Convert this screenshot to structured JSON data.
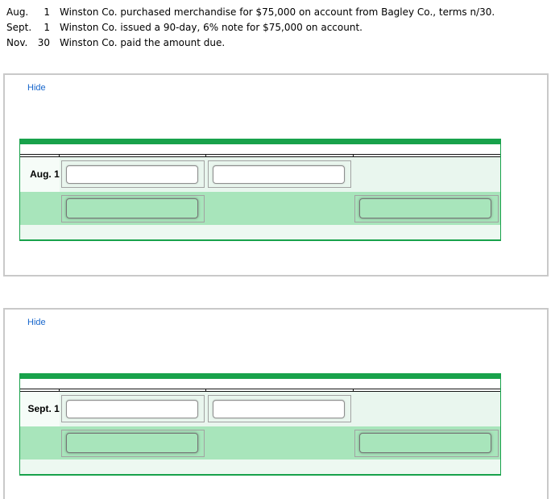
{
  "instructions": [
    {
      "month": "Aug.",
      "day": "1",
      "text": "Winston Co. purchased merchandise for $75,000 on account from Bagley Co., terms n/30."
    },
    {
      "month": "Sept.",
      "day": "1",
      "text": "Winston Co. issued a 90-day, 6% note for $75,000 on account."
    },
    {
      "month": "Nov.",
      "day": "30",
      "text": "Winston Co. paid the amount due."
    }
  ],
  "panels": [
    {
      "hide_label": "Hide",
      "journal": {
        "date_label": "Aug. 1",
        "debit_row": {
          "account_value": "",
          "amount_value": ""
        },
        "credit_row": {
          "account_value": "",
          "amount_value": ""
        }
      }
    },
    {
      "hide_label": "Hide",
      "journal": {
        "date_label": "Sept. 1",
        "debit_row": {
          "account_value": "",
          "amount_value": ""
        },
        "credit_row": {
          "account_value": "",
          "amount_value": ""
        }
      }
    }
  ],
  "colors": {
    "table_green": "#18a24b",
    "debit_row_bg": "#e9f6ee",
    "credit_row_bg": "#a8e5bb",
    "bottom_row_bg": "#edf8f1",
    "date_cell_bg": "#f6fcf8",
    "hide_link_blue": "#1766cc",
    "panel_border_gray": "#c9c9c9"
  }
}
